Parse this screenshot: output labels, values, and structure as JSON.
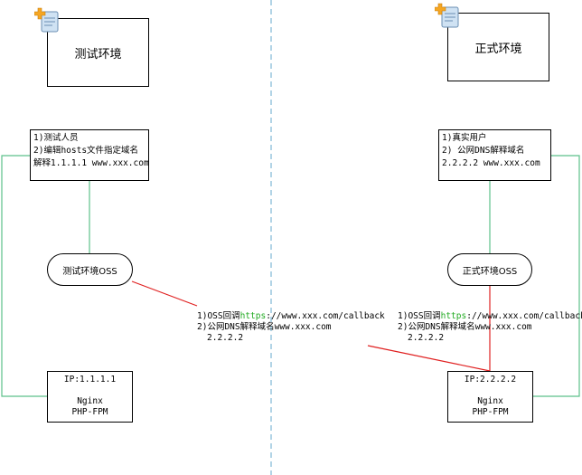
{
  "left": {
    "title": "测试环境",
    "note_lines": [
      "1)测试人员",
      "2)编辑hosts文件指定域名",
      "解释1.1.1.1 www.xxx.com"
    ],
    "oss_label": "测试环境OSS",
    "server_lines": [
      "IP:1.1.1.1",
      "",
      "Nginx",
      "PHP-FPM"
    ]
  },
  "right": {
    "title": "正式环境",
    "note_lines": [
      "1)真实用户",
      "2) 公网DNS解释域名",
      "2.2.2.2 www.xxx.com"
    ],
    "oss_label": "正式环境OSS",
    "server_lines": [
      "IP:2.2.2.2",
      "",
      "Nginx",
      "PHP-FPM"
    ]
  },
  "annotation_left": {
    "line1_prefix": "1)OSS回调",
    "line1_green": "https",
    "line1_suffix": "://www.xxx.com/callback",
    "line2": "2)公网DNS解释域名www.xxx.com",
    "line3": "2.2.2.2"
  },
  "annotation_right": {
    "line1_prefix": "1)OSS回调",
    "line1_green": "https",
    "line1_suffix": "://www.xxx.com/callback",
    "line2": "2)公网DNS解释域名www.xxx.com",
    "line3": "2.2.2.2"
  },
  "colors": {
    "green_line": "#5cc08a",
    "red_line": "#e02020",
    "divider": "#7fb8d6",
    "green_text": "#22aa22"
  },
  "icons": [
    "document-plus-icon"
  ]
}
